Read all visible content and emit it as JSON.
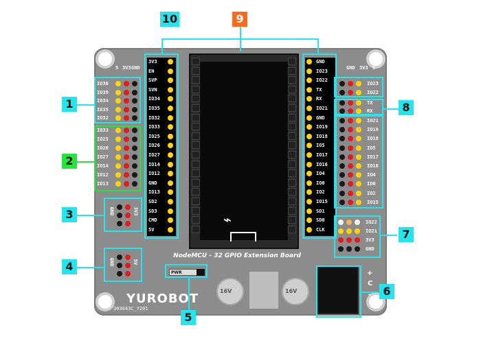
{
  "callouts": [
    "1",
    "2",
    "3",
    "4",
    "5",
    "6",
    "7",
    "8",
    "9",
    "10"
  ],
  "board": {
    "title": "NodeMCU - 32 GPIO Extension Board",
    "brand": "YUROBOT",
    "code": "303043C_Y201",
    "pwr_label": "PWR"
  },
  "headers": {
    "left_power_labels": [
      "5",
      "3V3",
      "GND"
    ],
    "right_power_labels": [
      "S",
      "3V3",
      "GND"
    ]
  },
  "left_group1": [
    "IO36",
    "IO39",
    "IO34",
    "IO35",
    "IO32"
  ],
  "left_group2": [
    "IO33",
    "IO25",
    "IO26",
    "IO27",
    "IO14",
    "IO12",
    "IO13"
  ],
  "left_center": [
    "3V3",
    "EN",
    "SVP",
    "SVN",
    "IO34",
    "IO35",
    "IO32",
    "IO33",
    "IO25",
    "IO26",
    "IO27",
    "IO14",
    "IO12",
    "GND",
    "IO13",
    "SD2",
    "SD3",
    "CMD",
    "5V"
  ],
  "right_center": [
    "GND",
    "IO23",
    "IO22",
    "TX",
    "RX",
    "IO21",
    "GND",
    "IO19",
    "IO18",
    "IO5",
    "IO17",
    "IO16",
    "IO4",
    "IO0",
    "IO2",
    "IO15",
    "SD1",
    "SD0",
    "CLK"
  ],
  "right_group8_top": [
    "IO23",
    "IO22"
  ],
  "right_group8_mid": [
    "TX",
    "RX"
  ],
  "right_group8_bottom": [
    "IO21",
    "IO19",
    "IO18",
    "IO5",
    "IO17",
    "IO16",
    "IO4",
    "IO0",
    "IO2",
    "IO15"
  ],
  "right_group7": [
    "IO22",
    "IO21",
    "3V3",
    "GND"
  ],
  "left_group3_labels": [
    "GND",
    "3V3"
  ],
  "left_group4_labels": [
    "GND",
    "5V"
  ],
  "dc_jack_labels": [
    "+",
    "C",
    "-"
  ],
  "capacitor_labels": [
    "16V",
    "16V"
  ]
}
